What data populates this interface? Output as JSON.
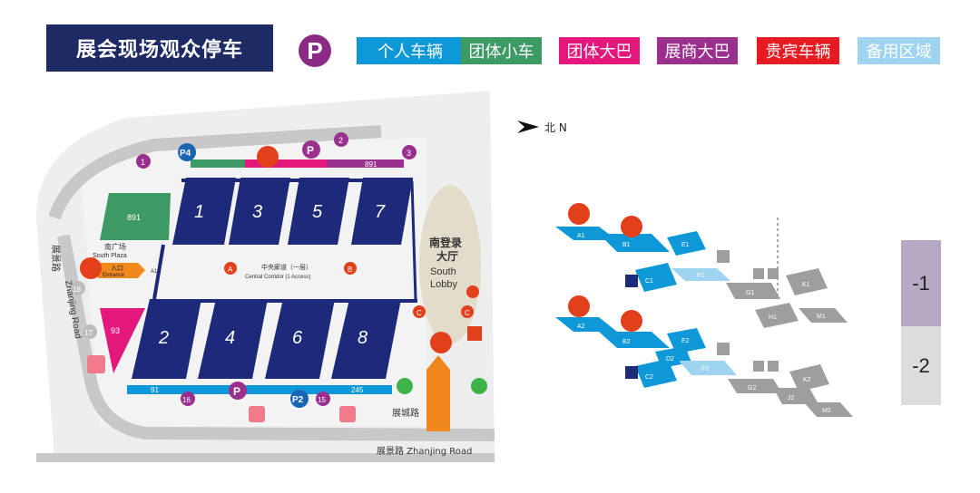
{
  "title": "展会现场观众停车",
  "parking_symbol": "P",
  "legend": [
    {
      "label": "个人车辆",
      "color": "#0e98d8"
    },
    {
      "label": "团体小车",
      "color": "#3d9a65"
    },
    {
      "label": "团体大巴",
      "color": "#e4177d"
    },
    {
      "label": "展商大巴",
      "color": "#9a2f8d"
    },
    {
      "label": "贵宾车辆",
      "color": "#e51a22"
    },
    {
      "label": "备用区域",
      "color": "#9ed4f0"
    }
  ],
  "compass": "北 N",
  "left_map": {
    "halls_top": [
      "1",
      "3",
      "5",
      "7"
    ],
    "halls_bottom": [
      "2",
      "4",
      "6",
      "8"
    ],
    "south_plaza": {
      "cn": "南广场",
      "en": "South Plaza"
    },
    "entrance": {
      "cn": "入口",
      "en": "Entrance"
    },
    "entrance_code": "A1",
    "corridor": {
      "cn": "中央廊道（一层）",
      "en": "Central Corridor (1 Access)"
    },
    "lobby": {
      "cn1": "南登录",
      "cn2": "大厅",
      "en1": "South",
      "en2": "Lobby"
    },
    "lot_891_left": "891",
    "lot_891_top": "891",
    "lot_93": "93",
    "lot_91": "91",
    "lot_245": "245",
    "road_left": {
      "cn": "展景路",
      "en": "Zhanjing Road"
    },
    "road_bottom_cn": "展城路",
    "road_bottom_full": "展景路  Zhanjing Road",
    "markers": {
      "m1": "1",
      "m2": "2",
      "m3": "3",
      "p4": "P4",
      "p": "P",
      "p2": "P2",
      "m15": "15",
      "m16": "16",
      "m17": "17",
      "m18": "18",
      "a": "A",
      "b": "B",
      "c": "C"
    }
  },
  "right_map": {
    "zones_upper": [
      "A1",
      "B1",
      "E1",
      "C1",
      "F1",
      "G1",
      "H1",
      "K1",
      "M1"
    ],
    "zones_lower": [
      "A2",
      "B2",
      "E2",
      "D2",
      "C2",
      "F2",
      "G2",
      "J2",
      "K2",
      "M2"
    ]
  },
  "levels": [
    "-1",
    "-2"
  ]
}
